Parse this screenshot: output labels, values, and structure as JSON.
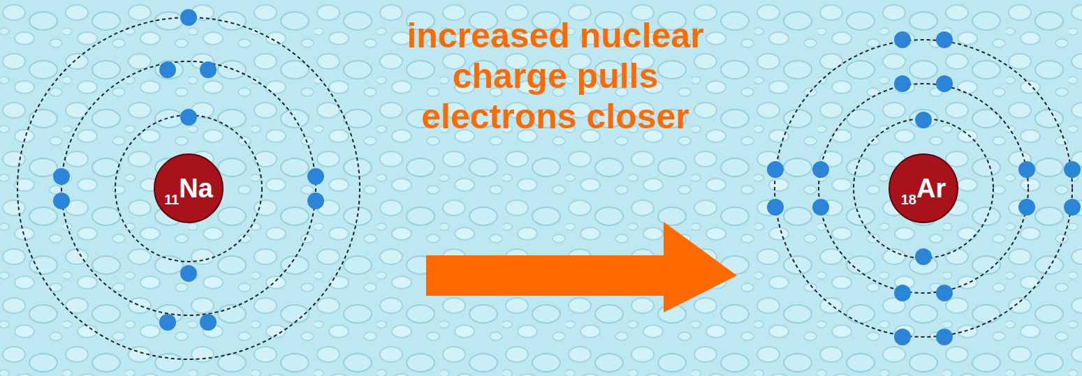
{
  "diagram": {
    "nodes": [
      {
        "text": [
          "11",
          "Na"
        ]
      },
      {
        "text": [
          "18",
          "Ar"
        ]
      }
    ],
    "labels": [
      "increased nuclear charge pulls electrons closer"
    ]
  }
}
